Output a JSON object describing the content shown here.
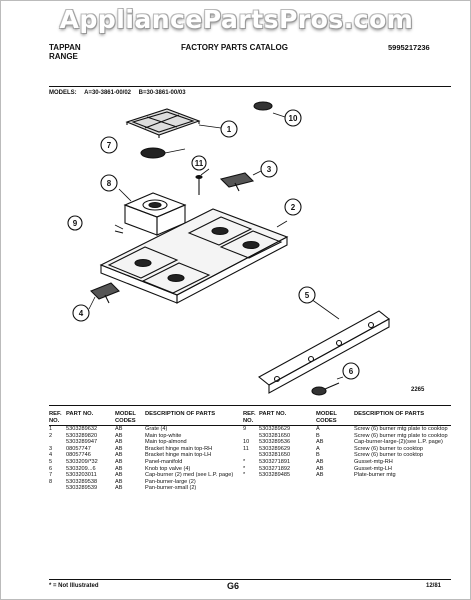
{
  "watermark": "AppliancePartsPros.com",
  "header": {
    "brand_line1": "TAPPAN",
    "brand_line2": "RANGE",
    "catalog_title": "FACTORY PARTS CATALOG",
    "catalog_number": "5995217236"
  },
  "models": {
    "label": "MODELS:",
    "model_a": "A=30-3861-00/02",
    "model_b": "B=30-3861-00/03"
  },
  "diagram": {
    "callouts": [
      "1",
      "2",
      "3",
      "4",
      "5",
      "6",
      "7",
      "8",
      "9",
      "10",
      "11"
    ],
    "figure_code": "2265"
  },
  "table_headers": {
    "ref_no": "REF. NO.",
    "part_no": "PART NO.",
    "model_codes": "MODEL CODES",
    "description": "DESCRIPTION OF PARTS"
  },
  "parts_left": [
    {
      "ref": "1",
      "part": "5303289632",
      "code": "AB",
      "desc": "Grate (4)"
    },
    {
      "ref": "2",
      "part": "5303289820",
      "code": "AB",
      "desc": "Main top-white"
    },
    {
      "ref": "",
      "part": "5303289947",
      "code": "AB",
      "desc": "Main top-almond"
    },
    {
      "ref": "3",
      "part": "08057747",
      "code": "AB",
      "desc": "Bracket hinge main top-RH"
    },
    {
      "ref": "4",
      "part": "08057746",
      "code": "AB",
      "desc": "Bracket hinge main top-LH"
    },
    {
      "ref": "5",
      "part": "5303209/*32",
      "code": "AB",
      "desc": "Panel-manifold"
    },
    {
      "ref": "6",
      "part": "5303209...6",
      "code": "AB",
      "desc": "Knob top valve (4)"
    },
    {
      "ref": "7",
      "part": "5303203011",
      "code": "AB",
      "desc": "Cap-burner (2) med (see L.P. page)"
    },
    {
      "ref": "8",
      "part": "5303289538",
      "code": "AB",
      "desc": "Pan-burner-large (2)"
    },
    {
      "ref": "",
      "part": "5303289539",
      "code": "AB",
      "desc": "Pan-burner-small (2)"
    }
  ],
  "parts_right": [
    {
      "ref": "9",
      "part": "5303289629",
      "code": "A",
      "desc": "Screw (6) burner mtg plate to cooktop"
    },
    {
      "ref": "",
      "part": "5303281650",
      "code": "B",
      "desc": "Screw (6) burner mtg plate to cooktop"
    },
    {
      "ref": "10",
      "part": "5303289536",
      "code": "AB",
      "desc": "Cap-burner-large-(2)(see L.P. page)"
    },
    {
      "ref": "11",
      "part": "5303289629",
      "code": "A",
      "desc": "Screw (6) burner to cooktop"
    },
    {
      "ref": "",
      "part": "5303281650",
      "code": "B",
      "desc": "Screw (6) burner to cooktop"
    },
    {
      "ref": "*",
      "part": "5303271891",
      "code": "AB",
      "desc": "Gusset-mtg-RH"
    },
    {
      "ref": "*",
      "part": "5303271892",
      "code": "AB",
      "desc": "Gusset-mtg-LH"
    },
    {
      "ref": "*",
      "part": "5303289485",
      "code": "AB",
      "desc": "Plate-burner mtg"
    }
  ],
  "footer": {
    "note": "* = Not Illustrated",
    "page": "G6",
    "date": "12/81"
  }
}
